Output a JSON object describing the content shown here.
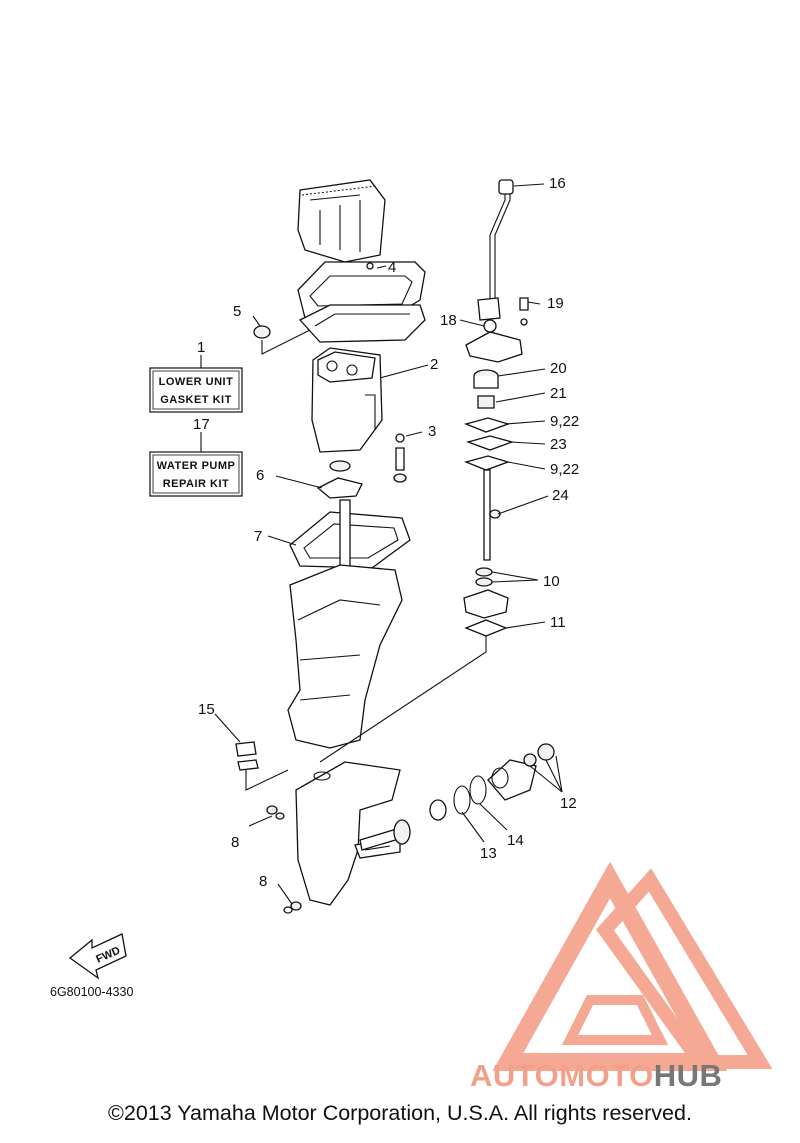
{
  "diagram_code": "6G80100-4330",
  "copyright": "©2013 Yamaha Motor Corporation, U.S.A. All rights reserved.",
  "kits": [
    {
      "ref": "1",
      "line1": "LOWER UNIT",
      "line2": "GASKET KIT"
    },
    {
      "ref": "17",
      "line1": "WATER PUMP",
      "line2": "REPAIR KIT"
    }
  ],
  "callouts": {
    "c2": "2",
    "c3": "3",
    "c4": "4",
    "c5": "5",
    "c6": "6",
    "c7": "7",
    "c8a": "8",
    "c8b": "8",
    "c9_22a": "9,22",
    "c9_22b": "9,22",
    "c10": "10",
    "c11": "11",
    "c12": "12",
    "c13": "13",
    "c14": "14",
    "c15": "15",
    "c16": "16",
    "c18": "18",
    "c19": "19",
    "c20": "20",
    "c21": "21",
    "c23": "23",
    "c24": "24"
  },
  "fwd_label": "FWD",
  "watermark": {
    "part1": "AUTOMOTO",
    "part2": "HUB",
    "color_primary": "#f4a089",
    "color_secondary": "#777777"
  }
}
